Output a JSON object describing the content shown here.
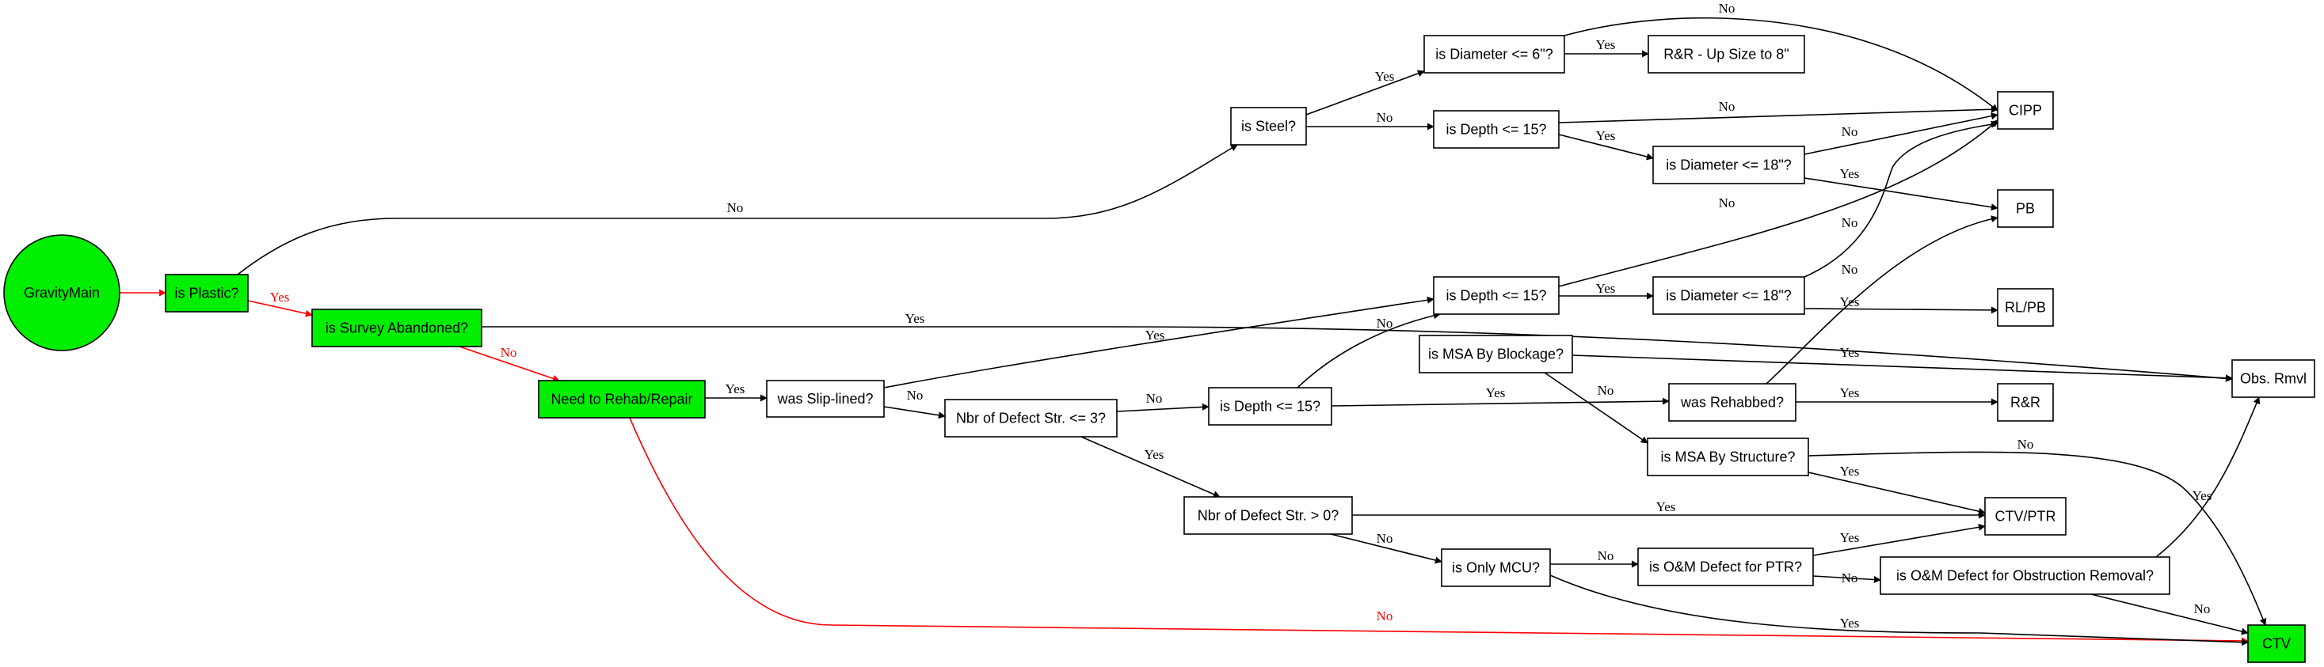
{
  "colors": {
    "highlight_fill": "#00ee00",
    "default_fill": "#ffffff",
    "edge": "#000000",
    "highlight_edge": "#ff0000"
  },
  "nodes": [
    {
      "id": "gravitymain",
      "label": "GravityMain",
      "shape": "circle",
      "highlight": true
    },
    {
      "id": "is_plastic",
      "label": "is Plastic?",
      "highlight": true
    },
    {
      "id": "is_survey_abandoned",
      "label": "is Survey Abandoned?",
      "highlight": true
    },
    {
      "id": "need_rehab_repair",
      "label": "Need to Rehab/Repair",
      "highlight": true
    },
    {
      "id": "was_slip_lined",
      "label": "was Slip-lined?"
    },
    {
      "id": "nbr_defect_le3",
      "label": "Nbr of Defect Str. <= 3?"
    },
    {
      "id": "is_depth_le15_b",
      "label": "is Depth <= 15?"
    },
    {
      "id": "nbr_defect_gt0",
      "label": "Nbr of Defect Str. > 0?"
    },
    {
      "id": "is_only_mcu",
      "label": "is Only MCU?"
    },
    {
      "id": "is_om_ptr",
      "label": "is O&M Defect for PTR?"
    },
    {
      "id": "is_om_obstruction",
      "label": "is O&M Defect for Obstruction Removal?"
    },
    {
      "id": "is_steel",
      "label": "is Steel?"
    },
    {
      "id": "is_diameter_le6",
      "label": "is Diameter <= 6\"?"
    },
    {
      "id": "is_depth_le15_a",
      "label": "is Depth <= 15?"
    },
    {
      "id": "is_diameter_le18_a",
      "label": "is Diameter <= 18\"?"
    },
    {
      "id": "is_depth_le15_c",
      "label": "is Depth <= 15?"
    },
    {
      "id": "is_diameter_le18_b",
      "label": "is Diameter <= 18\"?"
    },
    {
      "id": "is_msa_blockage",
      "label": "is MSA By Blockage?"
    },
    {
      "id": "was_rehabbed",
      "label": "was Rehabbed?"
    },
    {
      "id": "is_msa_structure",
      "label": "is MSA By Structure?"
    },
    {
      "id": "rr_upsize",
      "label": "R&R - Up Size to 8\""
    },
    {
      "id": "cipp",
      "label": "CIPP"
    },
    {
      "id": "pb",
      "label": "PB"
    },
    {
      "id": "rl_pb",
      "label": "RL/PB"
    },
    {
      "id": "rr",
      "label": "R&R"
    },
    {
      "id": "obs_rmvl",
      "label": "Obs. Rmvl"
    },
    {
      "id": "ctv_ptr",
      "label": "CTV/PTR"
    },
    {
      "id": "ctv",
      "label": "CTV",
      "highlight": true
    }
  ],
  "edges": [
    {
      "id": "gravitymain-plastic",
      "from": "gravitymain",
      "to": "is_plastic",
      "label": "",
      "highlight": true
    },
    {
      "id": "plastic-survey",
      "from": "is_plastic",
      "to": "is_survey_abandoned",
      "label": "Yes",
      "highlight": true
    },
    {
      "id": "plastic-steel",
      "from": "is_plastic",
      "to": "is_steel",
      "label": "No"
    },
    {
      "id": "survey-rehab",
      "from": "is_survey_abandoned",
      "to": "need_rehab_repair",
      "label": "No",
      "highlight": true
    },
    {
      "id": "survey-obs",
      "from": "is_survey_abandoned",
      "to": "obs_rmvl",
      "label": "Yes"
    },
    {
      "id": "rehab-sliplined",
      "from": "need_rehab_repair",
      "to": "was_slip_lined",
      "label": "Yes"
    },
    {
      "id": "rehab-ctv",
      "from": "need_rehab_repair",
      "to": "ctv",
      "label": "No",
      "highlight": true
    },
    {
      "id": "slip-depth",
      "from": "was_slip_lined",
      "to": "is_depth_le15_c",
      "label": "Yes"
    },
    {
      "id": "slip-nbr3",
      "from": "was_slip_lined",
      "to": "nbr_defect_le3",
      "label": "No"
    },
    {
      "id": "nbr3-depthb",
      "from": "nbr_defect_le3",
      "to": "is_depth_le15_b",
      "label": "No"
    },
    {
      "id": "nbr3-nbr0",
      "from": "nbr_defect_le3",
      "to": "nbr_defect_gt0",
      "label": "Yes"
    },
    {
      "id": "depthb-depthc",
      "from": "is_depth_le15_b",
      "to": "is_depth_le15_c",
      "label": "No"
    },
    {
      "id": "depthb-rehabbed",
      "from": "is_depth_le15_b",
      "to": "was_rehabbed",
      "label": "Yes"
    },
    {
      "id": "nbr0-ctvptr",
      "from": "nbr_defect_gt0",
      "to": "ctv_ptr",
      "label": "Yes"
    },
    {
      "id": "nbr0-mcu",
      "from": "nbr_defect_gt0",
      "to": "is_only_mcu",
      "label": "No"
    },
    {
      "id": "mcu-ptr",
      "from": "is_only_mcu",
      "to": "is_om_ptr",
      "label": "No"
    },
    {
      "id": "mcu-ctv",
      "from": "is_only_mcu",
      "to": "ctv",
      "label": "Yes"
    },
    {
      "id": "ptr-ctvptr",
      "from": "is_om_ptr",
      "to": "ctv_ptr",
      "label": "Yes"
    },
    {
      "id": "ptr-obstr",
      "from": "is_om_ptr",
      "to": "is_om_obstruction",
      "label": "No"
    },
    {
      "id": "obstr-obs",
      "from": "is_om_obstruction",
      "to": "obs_rmvl",
      "label": "Yes"
    },
    {
      "id": "obstr-ctv",
      "from": "is_om_obstruction",
      "to": "ctv",
      "label": "No"
    },
    {
      "id": "steel-dia6",
      "from": "is_steel",
      "to": "is_diameter_le6",
      "label": "Yes"
    },
    {
      "id": "steel-deptha",
      "from": "is_steel",
      "to": "is_depth_le15_a",
      "label": "No"
    },
    {
      "id": "dia6-rr",
      "from": "is_diameter_le6",
      "to": "rr_upsize",
      "label": "Yes"
    },
    {
      "id": "dia6-cipp",
      "from": "is_diameter_le6",
      "to": "cipp",
      "label": "No"
    },
    {
      "id": "deptha-cipp",
      "from": "is_depth_le15_a",
      "to": "cipp",
      "label": "No"
    },
    {
      "id": "deptha-dia18a",
      "from": "is_depth_le15_a",
      "to": "is_diameter_le18_a",
      "label": "Yes"
    },
    {
      "id": "dia18a-cipp",
      "from": "is_diameter_le18_a",
      "to": "cipp",
      "label": "No"
    },
    {
      "id": "dia18a-pb",
      "from": "is_diameter_le18_a",
      "to": "pb",
      "label": "Yes"
    },
    {
      "id": "depthc-cipp",
      "from": "is_depth_le15_c",
      "to": "cipp",
      "label": "No"
    },
    {
      "id": "depthc-dia18b",
      "from": "is_depth_le15_c",
      "to": "is_diameter_le18_b",
      "label": "Yes"
    },
    {
      "id": "dia18b-cipp",
      "from": "is_diameter_le18_b",
      "to": "cipp",
      "label": "No"
    },
    {
      "id": "dia18b-rlpb",
      "from": "is_diameter_le18_b",
      "to": "rl_pb",
      "label": "Yes"
    },
    {
      "id": "blockage-msa",
      "from": "is_msa_blockage",
      "to": "is_msa_structure",
      "label": "No"
    },
    {
      "id": "blockage-obs",
      "from": "is_msa_blockage",
      "to": "obs_rmvl",
      "label": "Yes"
    },
    {
      "id": "rehabbed-pb",
      "from": "was_rehabbed",
      "to": "pb",
      "label": "No"
    },
    {
      "id": "rehabbed-rr",
      "from": "was_rehabbed",
      "to": "rr",
      "label": "Yes"
    },
    {
      "id": "structure-ctvptr",
      "from": "is_msa_structure",
      "to": "ctv_ptr",
      "label": "Yes"
    },
    {
      "id": "structure-ctv",
      "from": "is_msa_structure",
      "to": "ctv",
      "label": "No"
    }
  ]
}
